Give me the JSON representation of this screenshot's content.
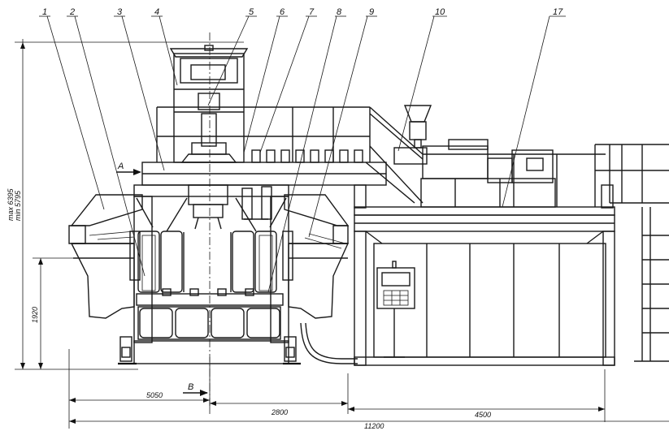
{
  "callouts": [
    "1",
    "2",
    "3",
    "4",
    "5",
    "6",
    "7",
    "8",
    "9",
    "10",
    "17"
  ],
  "view_labels": {
    "a": "A",
    "b": "B"
  },
  "dimensions": {
    "width_left": "5050",
    "width_mid": "2800",
    "width_right": "4500",
    "width_total": "11200",
    "height_max": "max 6395",
    "height_min": "min 5795",
    "height_axis": "1920"
  }
}
